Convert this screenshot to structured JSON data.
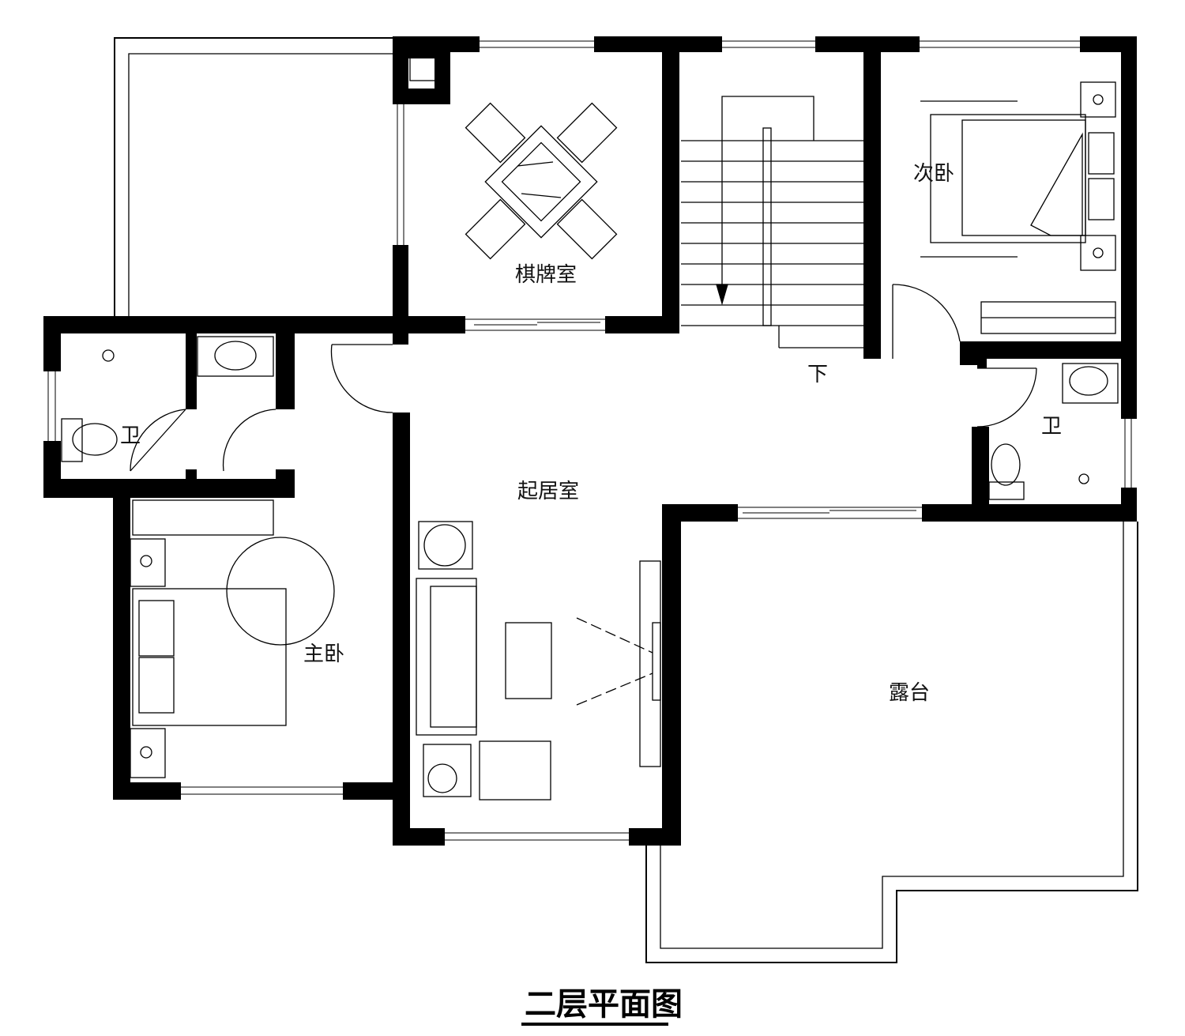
{
  "title": "二层平面图",
  "rooms": {
    "chess_room": "棋牌室",
    "stair_down": "下",
    "second_bedroom": "次卧",
    "bath_left": "卫",
    "bath_right": "卫",
    "living_room": "起居室",
    "master_bedroom": "主卧",
    "terrace": "露台"
  }
}
